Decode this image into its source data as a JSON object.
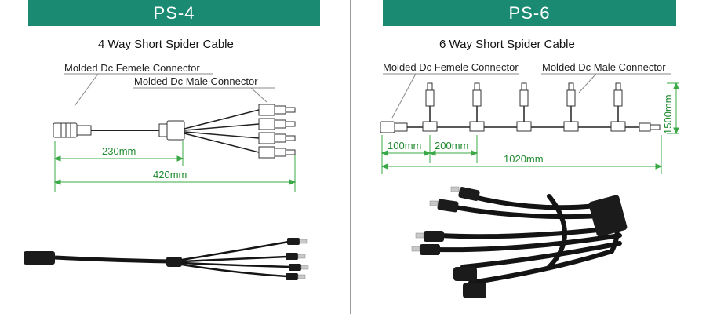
{
  "left": {
    "banner": "PS-4",
    "title": "4 Way Short  Spider Cable",
    "label_female": "Molded Dc Femele Connector",
    "label_male": "Molded Dc Male Connector",
    "dim_1": "230mm",
    "dim_2": "420mm"
  },
  "right": {
    "banner": "PS-6",
    "title": "6 Way Short  Spider Cable",
    "label_female": "Molded Dc Femele Connector",
    "label_male": "Molded Dc Male Connector",
    "dim_1": "100mm",
    "dim_2": "200mm",
    "dim_3": "1020mm",
    "dim_4": "1500mm"
  },
  "colors": {
    "banner": "#1a8a73",
    "dimension": "#1f8a2e",
    "divider": "#9a9a9a"
  }
}
